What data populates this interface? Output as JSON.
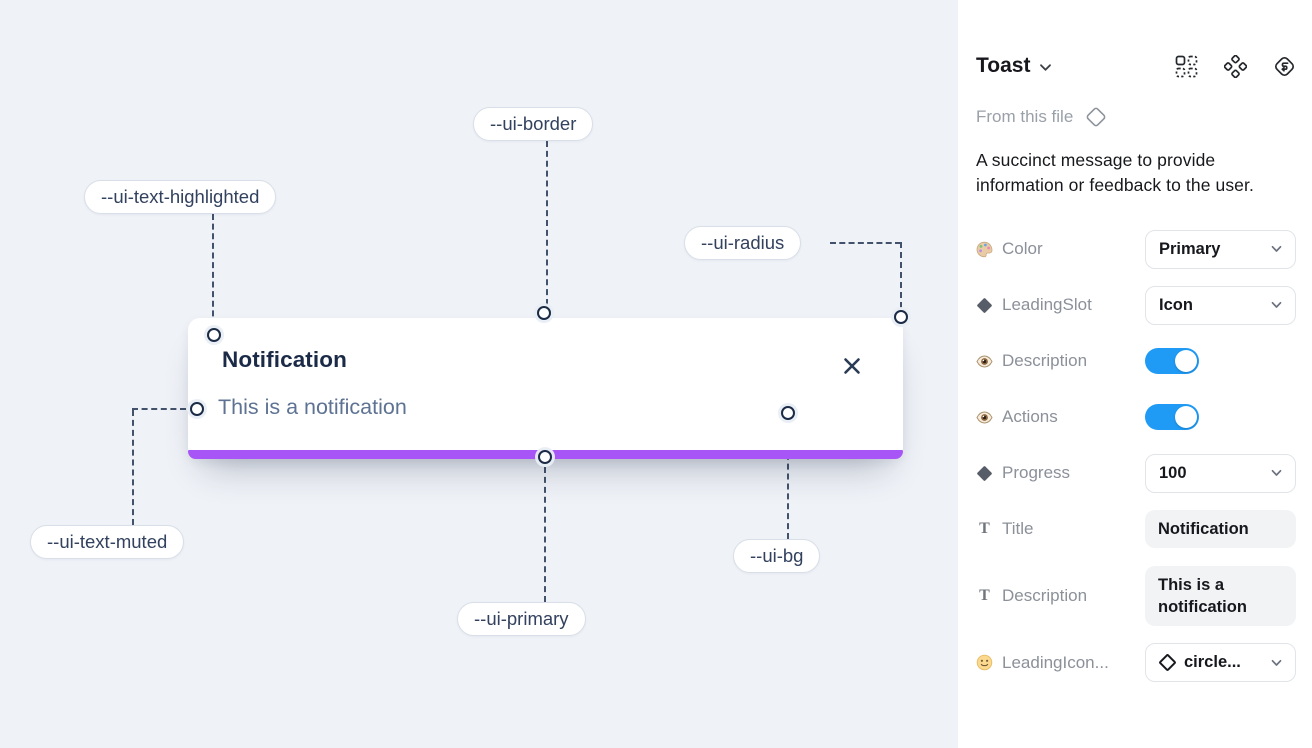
{
  "canvas": {
    "toast": {
      "title": "Notification",
      "description": "This is a notification",
      "close_icon": "x-icon",
      "progress_color": "#a855f7"
    },
    "labels": [
      {
        "id": "border",
        "text": "--ui-border"
      },
      {
        "id": "text_highlighted",
        "text": "--ui-text-highlighted"
      },
      {
        "id": "radius",
        "text": "--ui-radius"
      },
      {
        "id": "text_muted",
        "text": "--ui-text-muted"
      },
      {
        "id": "primary",
        "text": "--ui-primary"
      },
      {
        "id": "bg",
        "text": "--ui-bg"
      }
    ]
  },
  "panel": {
    "title": "Toast",
    "header_icons": [
      "instance-grid-icon",
      "components-icon",
      "logo-icon"
    ],
    "source_label": "From this file",
    "source_icon": "diamond-outline-icon",
    "description": "A succinct message to provide information or feedback to the user.",
    "rows": [
      {
        "icon": "palette-icon",
        "label": "Color",
        "control": {
          "type": "select",
          "value": "Primary"
        }
      },
      {
        "icon": "diamond-icon",
        "label": "LeadingSlot",
        "control": {
          "type": "select",
          "value": "Icon"
        }
      },
      {
        "icon": "eye-icon",
        "label": "Description",
        "control": {
          "type": "toggle",
          "value": true
        }
      },
      {
        "icon": "eye-icon",
        "label": "Actions",
        "control": {
          "type": "toggle",
          "value": true
        }
      },
      {
        "icon": "diamond-icon",
        "label": "Progress",
        "control": {
          "type": "select",
          "value": "100"
        }
      },
      {
        "icon": "text-icon",
        "label": "Title",
        "control": {
          "type": "text",
          "value": "Notification"
        }
      },
      {
        "icon": "text-icon",
        "label": "Description",
        "control": {
          "type": "text",
          "value": "This is a notification"
        }
      },
      {
        "icon": "smiley-icon",
        "label": "LeadingIcon...",
        "control": {
          "type": "select",
          "value": "circle...",
          "icon": "diamond-outline-icon"
        }
      }
    ]
  },
  "colors": {
    "canvas_bg": "#eff2f7",
    "panel_bg": "#ffffff",
    "primary_purple": "#a855f7",
    "toggle_blue": "#1f9bf6",
    "dash_line": "#42526b",
    "toast_title": "#1b2b47",
    "toast_muted_text": "#5e7393"
  }
}
